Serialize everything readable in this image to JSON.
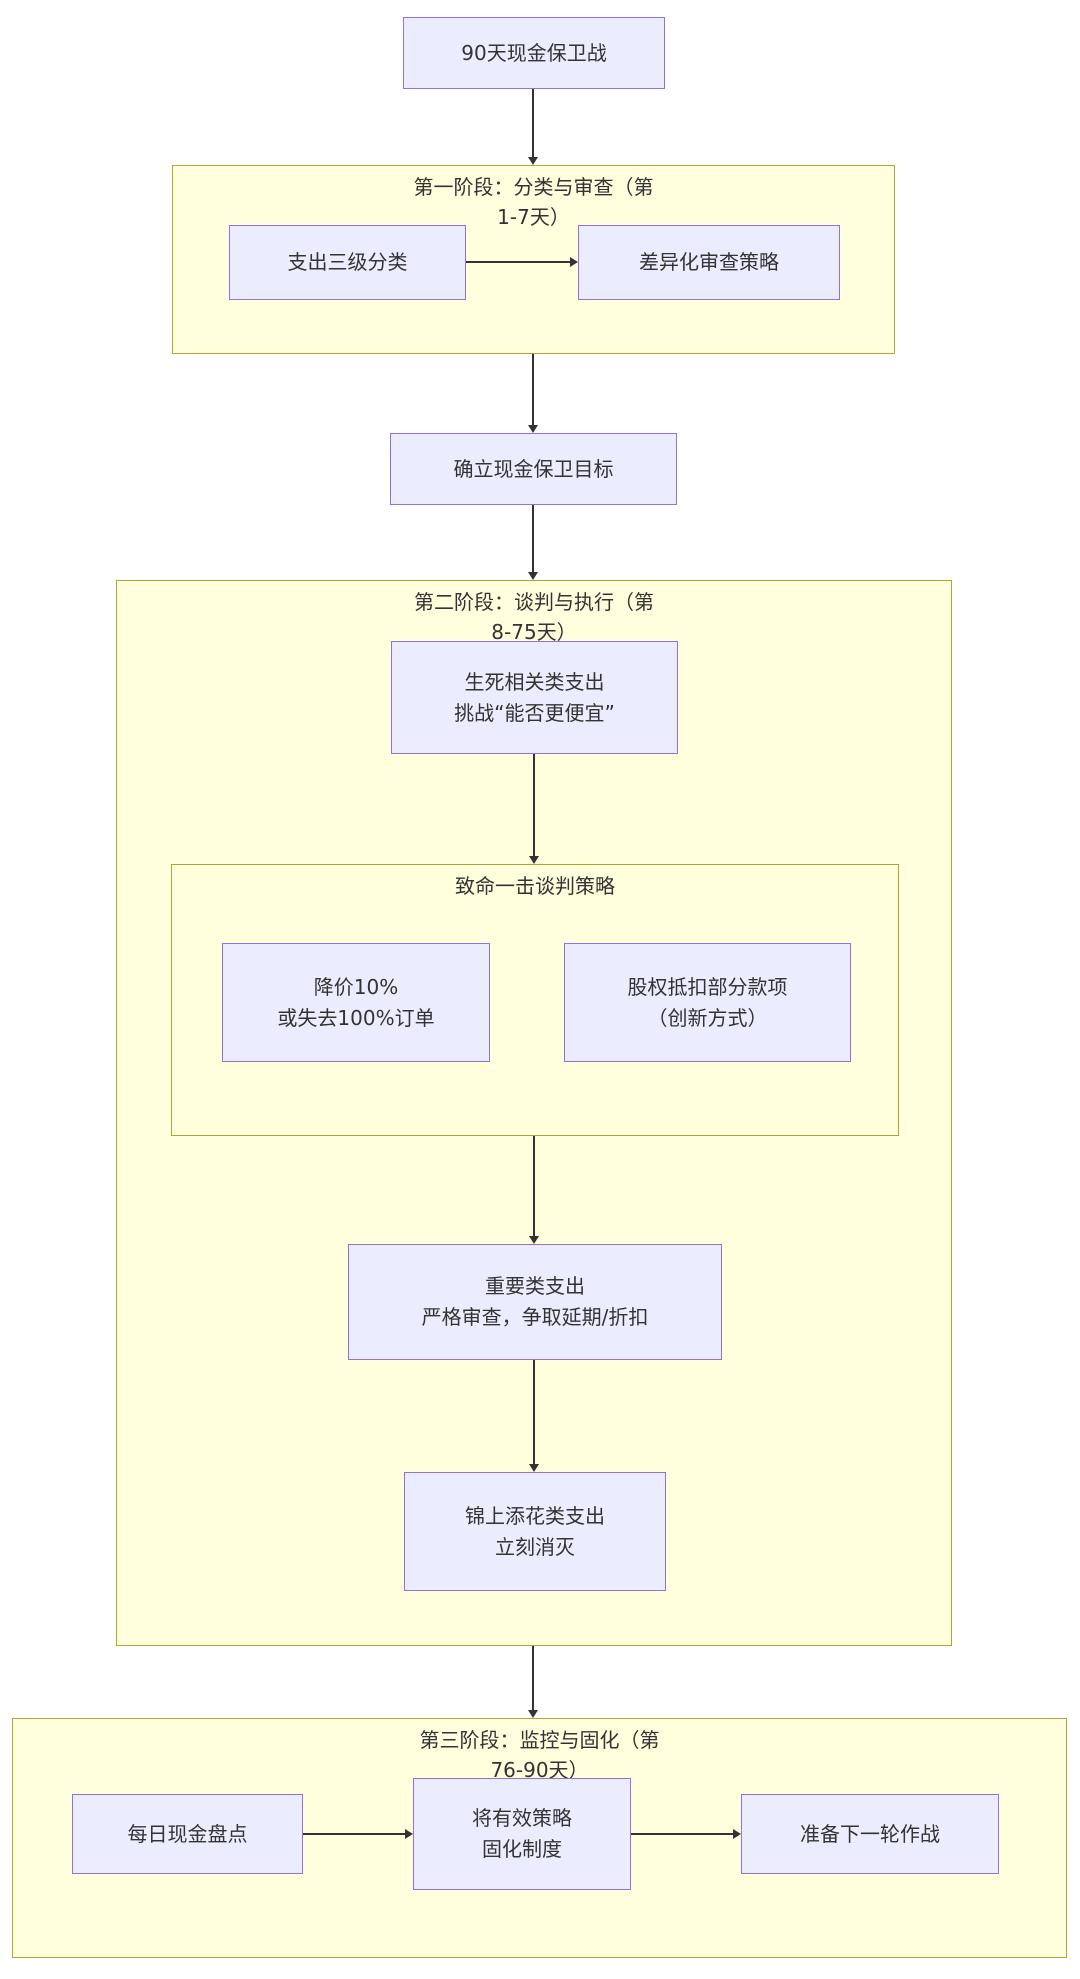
{
  "diagram": {
    "root_node": {
      "label": "90天现金保卫战"
    },
    "phase1": {
      "title_line1": "第一阶段：分类与审查（第",
      "title_line2": "1-7天）",
      "classify_node": {
        "label": "支出三级分类"
      },
      "review_node": {
        "label": "差异化审查策略"
      }
    },
    "goal_node": {
      "label": "确立现金保卫目标"
    },
    "phase2": {
      "title_line1": "第二阶段：谈判与执行（第",
      "title_line2": "8-75天）",
      "lifedeath_node": {
        "line1": "生死相关类支出",
        "line2": "挑战“能否更便宜”"
      },
      "negotiation_group": {
        "title": "致命一击谈判策略",
        "price_node": {
          "line1": "降价10%",
          "line2": "或失去100%订单"
        },
        "equity_node": {
          "line1": "股权抵扣部分款项",
          "line2": "（创新方式）"
        }
      },
      "important_node": {
        "line1": "重要类支出",
        "line2": "严格审查，争取延期/折扣"
      },
      "icing_node": {
        "line1": "锦上添花类支出",
        "line2": "立刻消灭"
      }
    },
    "phase3": {
      "title_line1": "第三阶段：监控与固化（第",
      "title_line2": "76-90天）",
      "daily_node": {
        "label": "每日现金盘点"
      },
      "solidify_node": {
        "line1": "将有效策略",
        "line2": "固化制度"
      },
      "next_node": {
        "label": "准备下一轮作战"
      }
    },
    "colors": {
      "node_fill": "#ECECFF",
      "node_border": "#9370DB",
      "group_fill": "#FFFFDE",
      "group_border": "#AAAA33",
      "arrow": "#333333",
      "text": "#333333"
    }
  }
}
